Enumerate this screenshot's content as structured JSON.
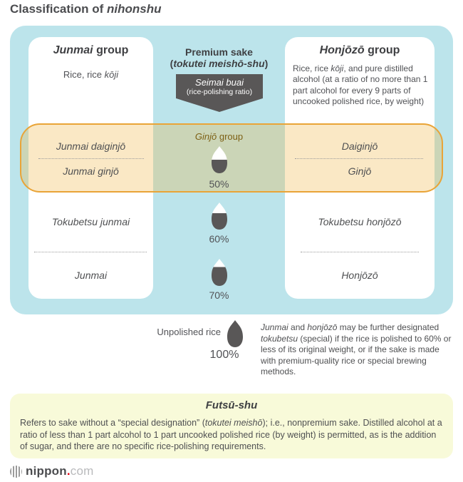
{
  "title": [
    {
      "t": "Classification of ",
      "i": false
    },
    {
      "t": "nihonshu",
      "i": true
    }
  ],
  "junmai_col": {
    "header": [
      {
        "t": "Junmai",
        "i": true
      },
      {
        "t": " group",
        "i": false
      }
    ],
    "subtitle": [
      {
        "t": "Rice, rice ",
        "i": false
      },
      {
        "t": "kōji",
        "i": true
      }
    ]
  },
  "premium_col": {
    "line1": "Premium sake",
    "line2": [
      {
        "t": "(",
        "i": false
      },
      {
        "t": "tokutei meishō-shu",
        "i": true
      },
      {
        "t": ")",
        "i": false
      }
    ],
    "badge_line1": "Seimai buai",
    "badge_line2": "(rice-polishing ratio)"
  },
  "honjozo_col": {
    "header": [
      {
        "t": "Honjōzō",
        "i": true
      },
      {
        "t": " group",
        "i": false
      }
    ],
    "description": [
      {
        "t": "Rice, rice ",
        "i": false
      },
      {
        "t": "kōji",
        "i": true
      },
      {
        "t": ", and pure distilled alcohol (at a ratio of no more than 1 part alcohol for every 9 parts of uncooked polished rice, by weight)",
        "i": false
      }
    ]
  },
  "ginjo_band": {
    "label": [
      {
        "t": "Ginjō",
        "i": true
      },
      {
        "t": " group",
        "i": false
      }
    ],
    "left_top": "Junmai daiginjō",
    "left_bottom": "Junmai ginjō",
    "right_top": "Daiginjō",
    "right_bottom": "Ginjō",
    "polish_label": "50%",
    "polish_value": 50
  },
  "row_60": {
    "left": "Tokubetsu junmai",
    "right": "Tokubetsu honjōzō",
    "polish_label": "60%",
    "polish_value": 60
  },
  "row_70": {
    "left": "Junmai",
    "right": "Honjōzō",
    "polish_label": "70%",
    "polish_value": 70
  },
  "unpolished": {
    "label": "Unpolished rice",
    "polish_label": "100%",
    "polish_value": 100,
    "note": [
      {
        "t": "Junmai",
        "i": true
      },
      {
        "t": " and ",
        "i": false
      },
      {
        "t": "honjōzō",
        "i": true
      },
      {
        "t": " may be further designated ",
        "i": false
      },
      {
        "t": "tokubetsu",
        "i": true
      },
      {
        "t": " (special) if the rice is polished to 60% or less of its original weight, or if the sake is made with premium-quality rice or special brewing methods.",
        "i": false
      }
    ]
  },
  "futsu_shu": {
    "title": "Futsū-shu",
    "body": [
      {
        "t": "Refers to sake without a “special designation” (",
        "i": false
      },
      {
        "t": "tokutei meishō",
        "i": true
      },
      {
        "t": "); i.e., nonpremium sake. Distilled alcohol at a ratio of less than 1 part alcohol to 1 part uncooked polished rice (by weight) is permitted, as is the addition of sugar, and there are no specific rice-polishing requirements.",
        "i": false
      }
    ]
  },
  "logo": {
    "name": "nippon",
    "dot": ".",
    "tld": "com"
  },
  "colors": {
    "panel_blue": "#bce4eb",
    "band_border": "#e9a437",
    "band_fill": "rgba(237,178,64,0.3)",
    "badge_gray": "#595757",
    "grain": "#595757",
    "ginjo_text": "#7d6014",
    "futsu_bg": "#f8fad9",
    "logo_red": "#e60012"
  }
}
